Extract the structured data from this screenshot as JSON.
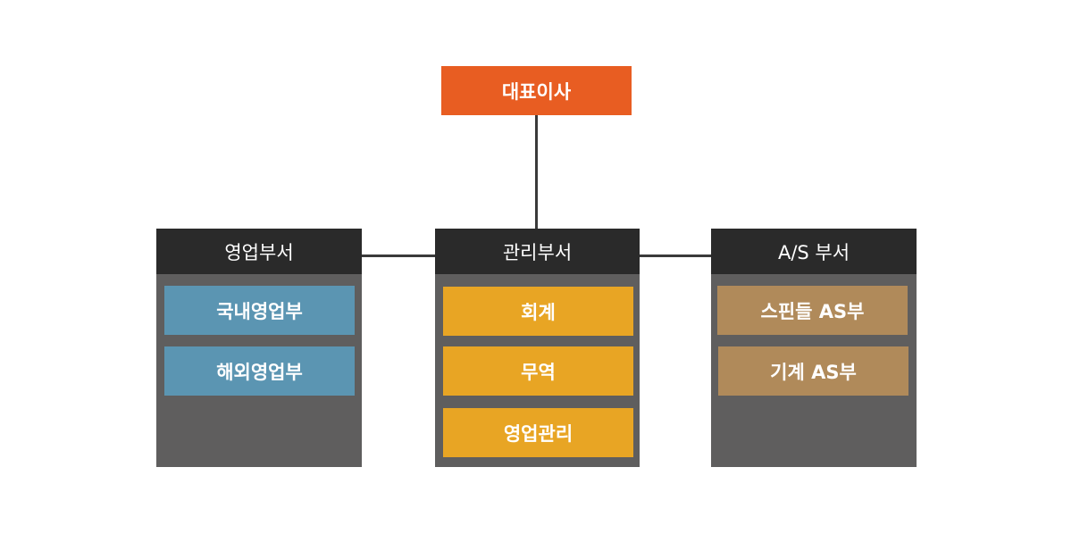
{
  "ceo": {
    "label": "대표이사",
    "color": "#e85d22"
  },
  "departments": [
    {
      "title": "영업부서",
      "color": "#5b95b2",
      "units": [
        "국내영업부",
        "해외영업부"
      ]
    },
    {
      "title": "관리부서",
      "color": "#e8a524",
      "units": [
        "회계",
        "무역",
        "영업관리"
      ]
    },
    {
      "title": "A/S 부서",
      "color": "#b08a5a",
      "units": [
        "스핀들 AS부",
        "기계 AS부"
      ]
    }
  ]
}
